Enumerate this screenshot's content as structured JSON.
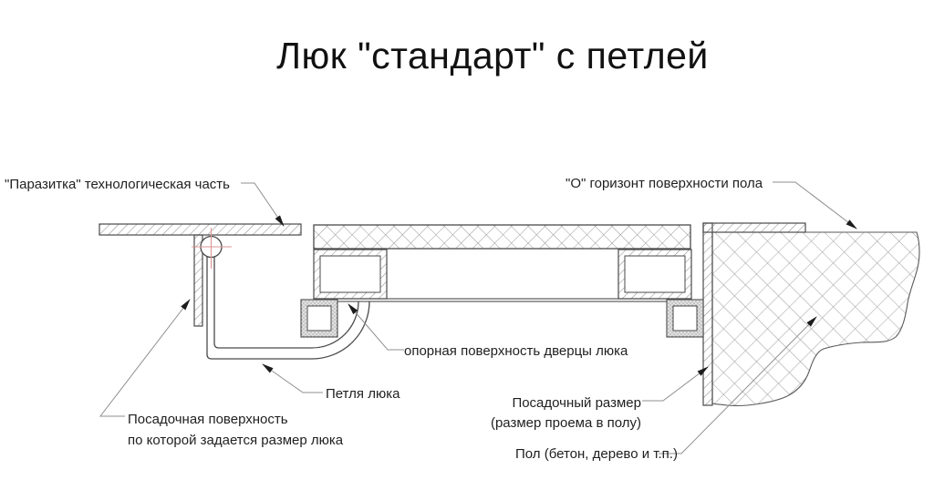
{
  "title": "Люк \"стандарт\" с петлей",
  "labels": {
    "parasitka": "\"Паразитка\" технологическая часть",
    "floor_horizon": "\"О\" горизонт поверхности пола",
    "door_support": "опорная поверхность дверцы люка",
    "hinge": "Петля люка",
    "seating_surface_line1": "Посадочная поверхность",
    "seating_surface_line2": "по которой задается размер люка",
    "seating_size_line1": "Посадочный размер",
    "seating_size_line2": "(размер проема в полу)",
    "floor_material": "Пол (бетон, дерево и т.п.)"
  },
  "colors": {
    "ink": "#4a4a4a",
    "hatch": "#8c8c8c",
    "leader": "#8f8f8f",
    "arrowhead": "#1c1c1c",
    "crosshair_red": "#dd9494",
    "background": "#ffffff"
  }
}
